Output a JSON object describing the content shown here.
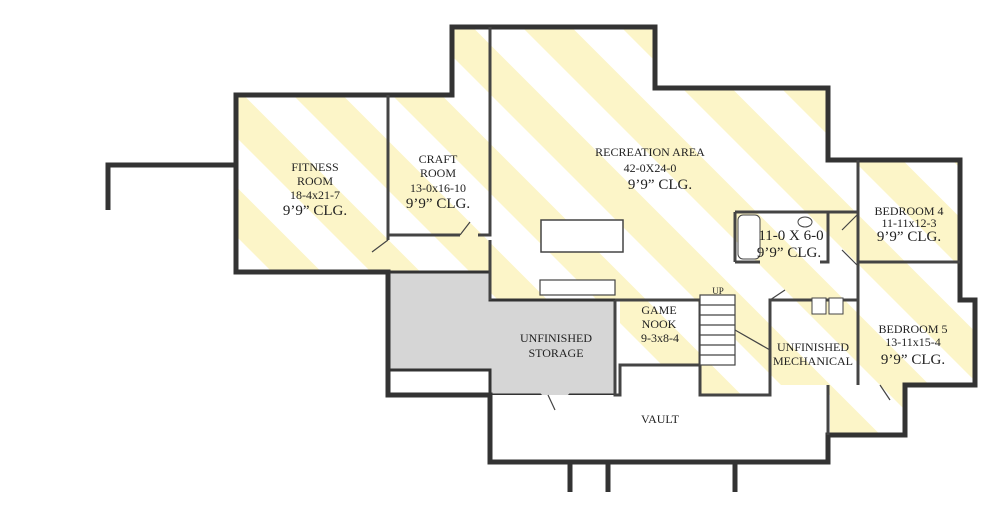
{
  "colors": {
    "stripe": "#fcf5c8",
    "storage": "#d6d6d6",
    "wall": "#333333"
  },
  "rooms": {
    "fitness": {
      "name1": "FITNESS",
      "name2": "ROOM",
      "dims": "18-4x21-7",
      "ceiling": "9’9” CLG."
    },
    "craft": {
      "name1": "CRAFT",
      "name2": "ROOM",
      "dims": "13-0x16-10",
      "ceiling": "9’9” CLG."
    },
    "recreation": {
      "name": "RECREATION AREA",
      "dims": "42-0X24-0",
      "ceiling": "9’9” CLG."
    },
    "bath": {
      "dims": "11-0 X 6-0",
      "ceiling": "9’9” CLG."
    },
    "bedroom4": {
      "name": "BEDROOM 4",
      "dims": "11-11x12-3",
      "ceiling": "9’9” CLG."
    },
    "bedroom5": {
      "name": "BEDROOM 5",
      "dims": "13-11x15-4",
      "ceiling": "9’9” CLG."
    },
    "storage": {
      "name1": "UNFINISHED",
      "name2": "STORAGE"
    },
    "game_nook": {
      "name1": "GAME",
      "name2": "NOOK",
      "dims": "9-3x8-4"
    },
    "mechanical": {
      "name1": "UNFINISHED",
      "name2": "MECHANICAL"
    },
    "vault": {
      "name": "VAULT"
    },
    "stairs": {
      "label": "UP"
    }
  }
}
